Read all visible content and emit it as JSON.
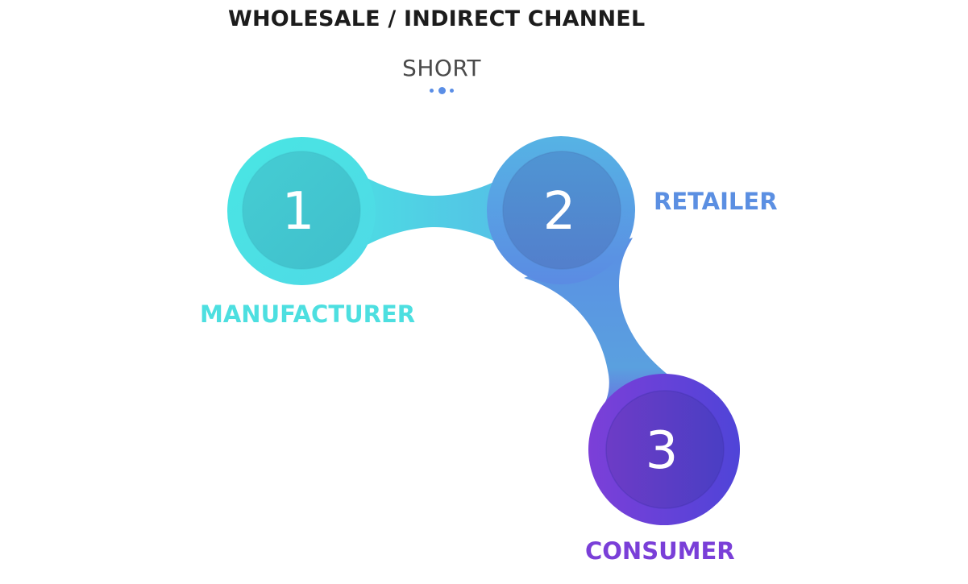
{
  "title": "WHOLESALE / INDIRECT CHANNEL",
  "subtitle": "SHORT",
  "colors": {
    "stage1": "#4ddfe0",
    "stage2": "#5b8fe2",
    "stage3": "#7a3fd8",
    "title": "#1c1c1c",
    "subtitle": "#4a4a4a",
    "dots": "#5a8ee6"
  },
  "stages": [
    {
      "number": "1",
      "label": "MANUFACTURER"
    },
    {
      "number": "2",
      "label": "RETAILER"
    },
    {
      "number": "3",
      "label": "CONSUMER"
    }
  ]
}
